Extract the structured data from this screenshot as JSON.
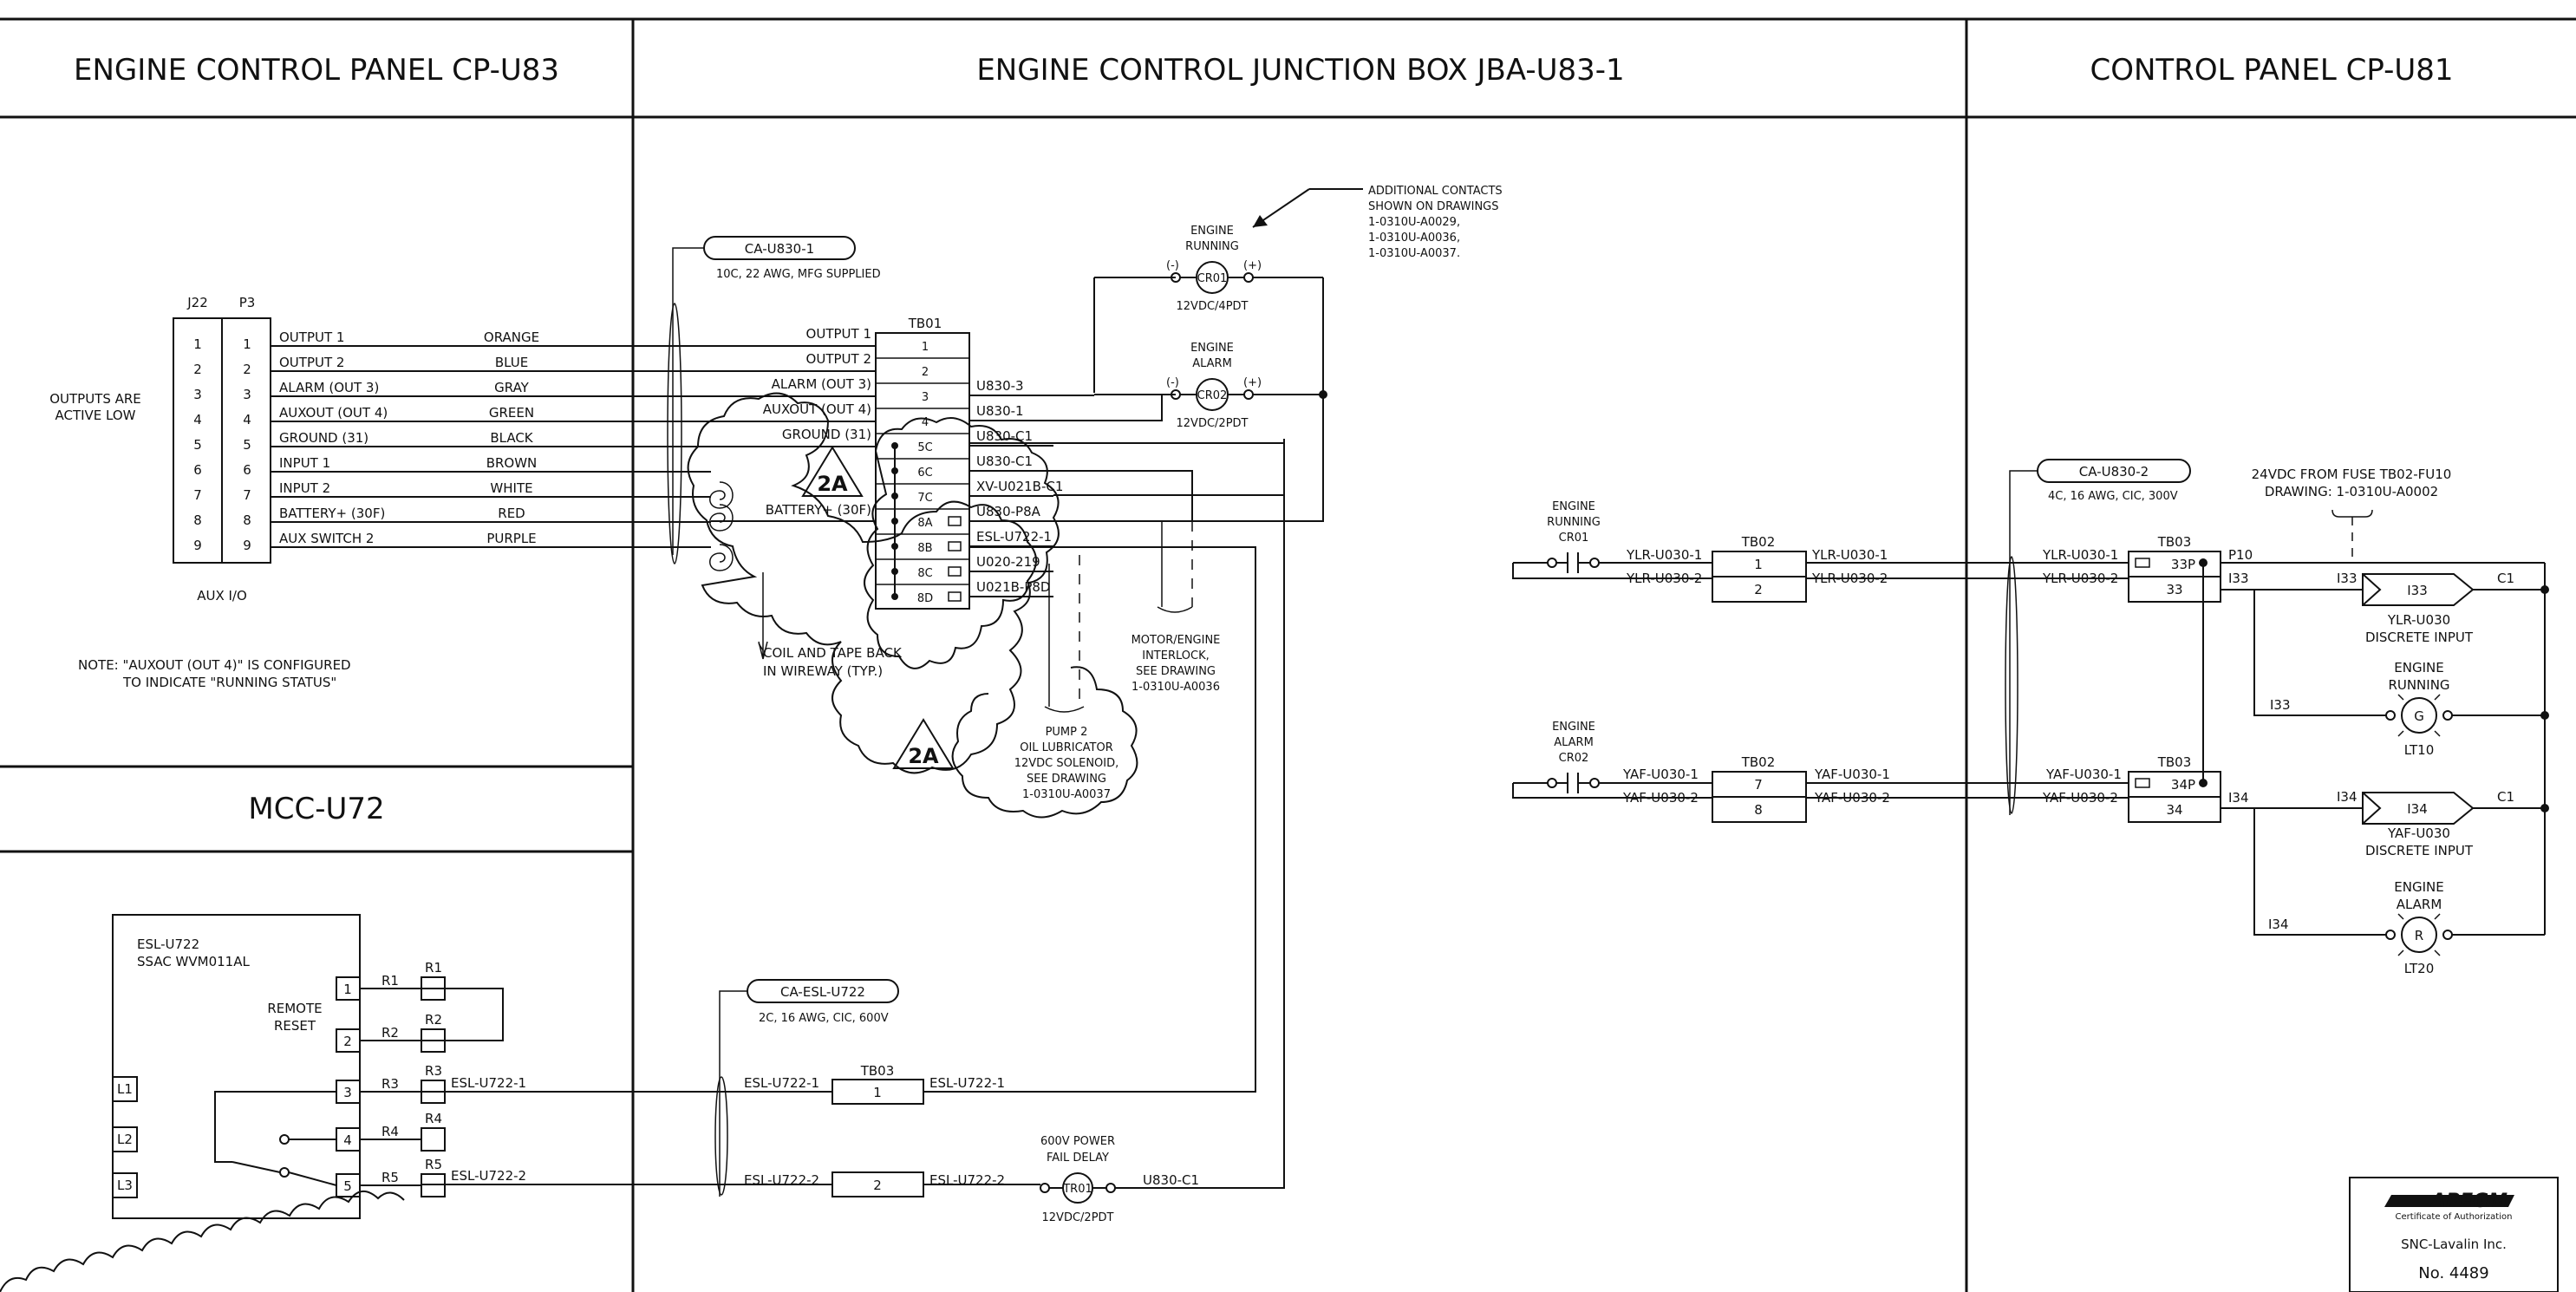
{
  "headers": {
    "left": "ENGINE CONTROL PANEL CP-U83",
    "middle": "ENGINE CONTROL JUNCTION BOX JBA-U83-1",
    "right": "CONTROL PANEL CP-U81",
    "mcc": "MCC-U72"
  },
  "cp_u83": {
    "j22": "J22",
    "p3": "P3",
    "aux_io": "AUX I/O",
    "outputs_note": [
      "OUTPUTS ARE",
      "ACTIVE LOW"
    ],
    "note": [
      "NOTE: \"AUXOUT (OUT 4)\" IS CONFIGURED",
      "TO INDICATE \"RUNNING STATUS\""
    ],
    "pins": [
      "1",
      "2",
      "3",
      "4",
      "5",
      "6",
      "7",
      "8",
      "9"
    ],
    "signals": [
      "OUTPUT 1",
      "OUTPUT 2",
      "ALARM (OUT 3)",
      "AUXOUT (OUT 4)",
      "GROUND (31)",
      "INPUT 1",
      "INPUT 2",
      "BATTERY+ (30F)",
      "AUX SWITCH 2"
    ],
    "colors": [
      "ORANGE",
      "BLUE",
      "GRAY",
      "GREEN",
      "BLACK",
      "BROWN",
      "WHITE",
      "RED",
      "PURPLE"
    ]
  },
  "junction": {
    "cable1_tag": "CA-U830-1",
    "cable1_desc": "10C, 22 AWG, MFG SUPPLIED",
    "tb01": "TB01",
    "tb01_terms": [
      "1",
      "2",
      "3",
      "4",
      "5C",
      "6C",
      "7C",
      "8A",
      "8B",
      "8C",
      "8D"
    ],
    "tb01_in": [
      "OUTPUT 1",
      "OUTPUT 2",
      "ALARM (OUT 3)",
      "AUXOUT (OUT 4)",
      "GROUND (31)",
      "BATTERY+ (30F)"
    ],
    "tb01_out": [
      "U830-3",
      "U830-1",
      "U830-C1",
      "U830-C1",
      "XV-U021B-C1",
      "U830-P8A",
      "ESL-U722-1",
      "U020-219",
      "U021B-P8D"
    ],
    "rev": "2A",
    "engine_running": [
      "ENGINE",
      "RUNNING"
    ],
    "cr01": "CR01",
    "cr01_rating": "12VDC/4PDT",
    "engine_alarm": [
      "ENGINE",
      "ALARM"
    ],
    "cr02": "CR02",
    "cr02_rating": "12VDC/2PDT",
    "minus": "(-)",
    "plus": "(+)",
    "additional": [
      "ADDITIONAL CONTACTS",
      "SHOWN ON DRAWINGS",
      "1-0310U-A0029,",
      "1-0310U-A0036,",
      "1-0310U-A0037."
    ],
    "coil_note": [
      "COIL AND TAPE BACK",
      "IN WIREWAY (TYP.)"
    ],
    "motor_note": [
      "MOTOR/ENGINE",
      "INTERLOCK,",
      "SEE DRAWING",
      "1-0310U-A0036"
    ],
    "pump_note": [
      "PUMP 2",
      "OIL LUBRICATOR",
      "12VDC SOLENOID,",
      "SEE DRAWING",
      "1-0310U-A0037"
    ],
    "cable_esl_tag": "CA-ESL-U722",
    "cable_esl_desc": "2C, 16 AWG, CIC, 600V",
    "tb03": "TB03",
    "tb03_terms": [
      "1",
      "2"
    ],
    "esl1": "ESL-U722-1",
    "esl2": "ESL-U722-2",
    "power_fail": [
      "600V POWER",
      "FAIL DELAY"
    ],
    "tr01": "TR01",
    "tr01_rating": "12VDC/2PDT",
    "u830c1": "U830-C1"
  },
  "mcc": {
    "device": [
      "ESL-U722",
      "SSAC WVM011AL"
    ],
    "remote_reset": [
      "REMOTE",
      "RESET"
    ],
    "terms": [
      "1",
      "2",
      "3",
      "4",
      "5"
    ],
    "l_terms": [
      "L1",
      "L2",
      "L3"
    ],
    "r_labels": [
      "R1",
      "R2",
      "R3",
      "R4",
      "R5"
    ],
    "esl1": "ESL-U722-1",
    "esl2": "ESL-U722-2"
  },
  "cp_u81": {
    "running_contact": [
      "ENGINE",
      "RUNNING",
      "CR01"
    ],
    "alarm_contact": [
      "ENGINE",
      "ALARM",
      "CR02"
    ],
    "ylr1": "YLR-U030-1",
    "ylr2": "YLR-U030-2",
    "yaf1": "YAF-U030-1",
    "yaf2": "YAF-U030-2",
    "tb02": "TB02",
    "tb02_terms": [
      "1",
      "2",
      "7",
      "8"
    ],
    "cable2_tag": "CA-U830-2",
    "cable2_desc": "4C, 16 AWG, CIC, 300V",
    "tb03": "TB03",
    "tb03_terms": [
      "33P",
      "33",
      "34P",
      "34"
    ],
    "p10": "P10",
    "fuse_note": [
      "24VDC FROM FUSE TB02-FU10",
      "DRAWING: 1-0310U-A0002"
    ],
    "i133": "I33",
    "i134": "I34",
    "c1": "C1",
    "ylr_di": [
      "YLR-U030",
      "DISCRETE INPUT"
    ],
    "yaf_di": [
      "YAF-U030",
      "DISCRETE INPUT"
    ],
    "lt10_label": [
      "ENGINE",
      "RUNNING"
    ],
    "lt10_letter": "G",
    "lt10": "LT10",
    "lt20_label": [
      "ENGINE",
      "ALARM"
    ],
    "lt20_letter": "R",
    "lt20": "LT20"
  },
  "stamp": {
    "logo": "APEGM",
    "cert": "Certificate of Authorization",
    "company": "SNC-Lavalin Inc.",
    "number": "No. 4489"
  }
}
